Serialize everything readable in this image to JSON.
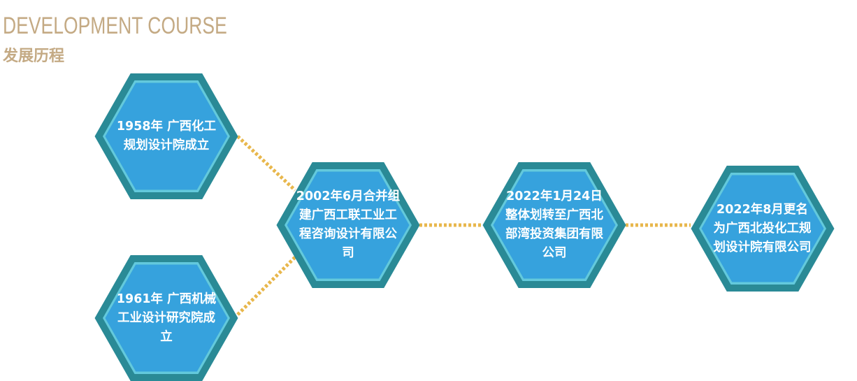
{
  "header": {
    "title_en": "DEVELOPMENT COURSE",
    "title_zh": "发展历程"
  },
  "colors": {
    "hex_outer": "#2a8a96",
    "hex_ring": "#63c9dc",
    "hex_fill": "#36a2dd",
    "connector": "#e8b74c",
    "title": "#c4aa84"
  },
  "milestones": [
    {
      "text": "1958年 广西化工规划设计院成立"
    },
    {
      "text": "1961年 广西机械工业设计研究院成立"
    },
    {
      "text": "2002年6月合并组建广西工联工业工程咨询设计有限公司"
    },
    {
      "text": "2022年1月24日整体划转至广西北部湾投资集团有限公司"
    },
    {
      "text": "2022年8月更名为广西北投化工规划设计院有限公司"
    }
  ]
}
